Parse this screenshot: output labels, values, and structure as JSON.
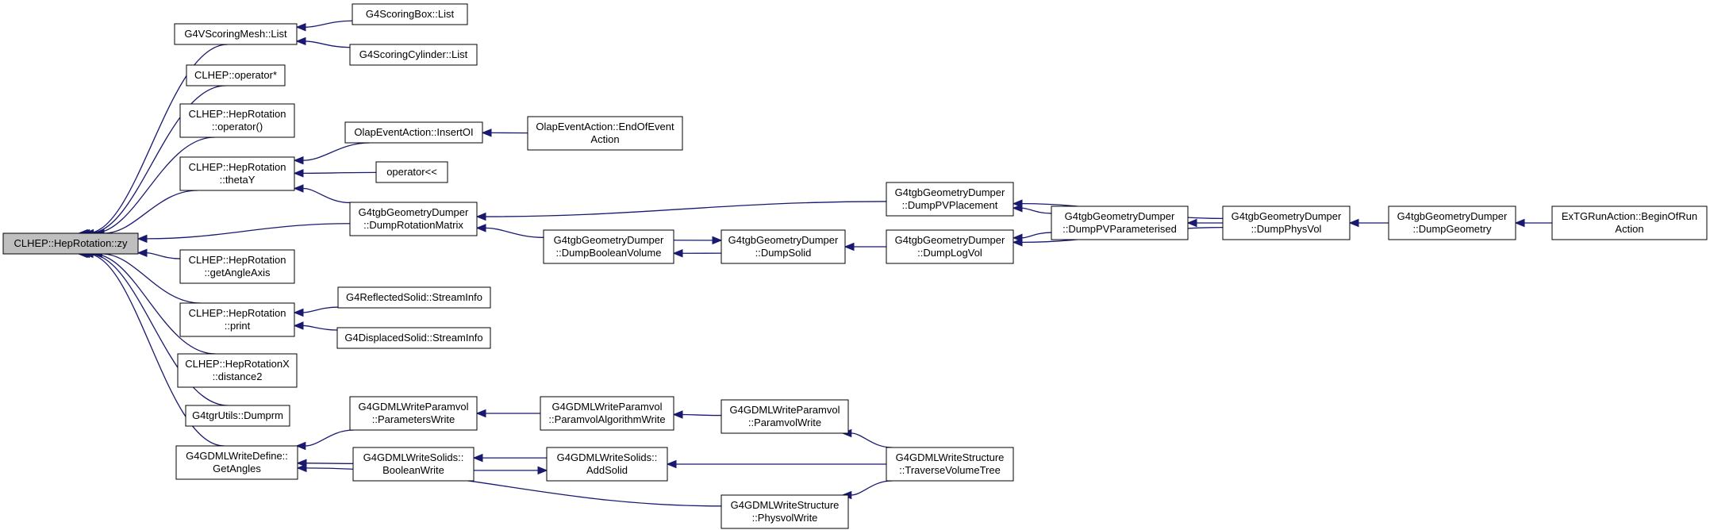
{
  "colors": {
    "edge": "#191970",
    "root_fill": "#bfbfbf",
    "node_fill": "#ffffff",
    "node_stroke": "#000000"
  },
  "nodes": [
    {
      "id": "root",
      "lines": [
        "CLHEP::HepRotation::zy"
      ],
      "root": true
    },
    {
      "id": "n_vsm_list",
      "lines": [
        "G4VScoringMesh::List"
      ]
    },
    {
      "id": "n_box_list",
      "lines": [
        "G4ScoringBox::List"
      ]
    },
    {
      "id": "n_cyl_list",
      "lines": [
        "G4ScoringCylinder::List"
      ]
    },
    {
      "id": "n_op_star",
      "lines": [
        "CLHEP::operator*"
      ]
    },
    {
      "id": "n_hr_op",
      "lines": [
        "CLHEP::HepRotation",
        "::operator()"
      ]
    },
    {
      "id": "n_thetaY",
      "lines": [
        "CLHEP::HepRotation",
        "::thetaY"
      ]
    },
    {
      "id": "n_insertoi",
      "lines": [
        "OlapEventAction::InsertOI"
      ]
    },
    {
      "id": "n_endofevent",
      "lines": [
        "OlapEventAction::EndOfEvent",
        "Action"
      ]
    },
    {
      "id": "n_oplshift",
      "lines": [
        "operator<<"
      ]
    },
    {
      "id": "n_dumprotmat",
      "lines": [
        "G4tgbGeometryDumper",
        "::DumpRotationMatrix"
      ]
    },
    {
      "id": "n_dumpboolvol",
      "lines": [
        "G4tgbGeometryDumper",
        "::DumpBooleanVolume"
      ]
    },
    {
      "id": "n_dumpsolid",
      "lines": [
        "G4tgbGeometryDumper",
        "::DumpSolid"
      ]
    },
    {
      "id": "n_dumplogvol",
      "lines": [
        "G4tgbGeometryDumper",
        "::DumpLogVol"
      ]
    },
    {
      "id": "n_dumppvplace",
      "lines": [
        "G4tgbGeometryDumper",
        "::DumpPVPlacement"
      ]
    },
    {
      "id": "n_dumppvparam",
      "lines": [
        "G4tgbGeometryDumper",
        "::DumpPVParameterised"
      ]
    },
    {
      "id": "n_dumpphysvol",
      "lines": [
        "G4tgbGeometryDumper",
        "::DumpPhysVol"
      ]
    },
    {
      "id": "n_dumpgeom",
      "lines": [
        "G4tgbGeometryDumper",
        "::DumpGeometry"
      ]
    },
    {
      "id": "n_beginofrun",
      "lines": [
        "ExTGRunAction::BeginOfRun",
        "Action"
      ]
    },
    {
      "id": "n_getangleaxis",
      "lines": [
        "CLHEP::HepRotation",
        "::getAngleAxis"
      ]
    },
    {
      "id": "n_print",
      "lines": [
        "CLHEP::HepRotation",
        "::print"
      ]
    },
    {
      "id": "n_refl_stream",
      "lines": [
        "G4ReflectedSolid::StreamInfo"
      ]
    },
    {
      "id": "n_disp_stream",
      "lines": [
        "G4DisplacedSolid::StreamInfo"
      ]
    },
    {
      "id": "n_distance2",
      "lines": [
        "CLHEP::HepRotationX",
        "::distance2"
      ]
    },
    {
      "id": "n_dumprm",
      "lines": [
        "G4tgrUtils::Dumprm"
      ]
    },
    {
      "id": "n_getangles",
      "lines": [
        "G4GDMLWriteDefine::",
        "GetAngles"
      ]
    },
    {
      "id": "n_paramwrite",
      "lines": [
        "G4GDMLWriteParamvol",
        "::ParametersWrite"
      ]
    },
    {
      "id": "n_boolwrite",
      "lines": [
        "G4GDMLWriteSolids::",
        "BooleanWrite"
      ]
    },
    {
      "id": "n_paramalgo",
      "lines": [
        "G4GDMLWriteParamvol",
        "::ParamvolAlgorithmWrite"
      ]
    },
    {
      "id": "n_addsolid",
      "lines": [
        "G4GDMLWriteSolids::",
        "AddSolid"
      ]
    },
    {
      "id": "n_paramvolwrite",
      "lines": [
        "G4GDMLWriteParamvol",
        "::ParamvolWrite"
      ]
    },
    {
      "id": "n_travvoltree",
      "lines": [
        "G4GDMLWriteStructure",
        "::TraverseVolumeTree"
      ]
    },
    {
      "id": "n_physvolwrite",
      "lines": [
        "G4GDMLWriteStructure",
        "::PhysvolWrite"
      ]
    }
  ],
  "edges": [
    {
      "from": "n_vsm_list",
      "to": "root"
    },
    {
      "from": "n_box_list",
      "to": "n_vsm_list"
    },
    {
      "from": "n_cyl_list",
      "to": "n_vsm_list"
    },
    {
      "from": "n_op_star",
      "to": "root"
    },
    {
      "from": "n_hr_op",
      "to": "root"
    },
    {
      "from": "n_thetaY",
      "to": "root"
    },
    {
      "from": "n_insertoi",
      "to": "n_thetaY"
    },
    {
      "from": "n_endofevent",
      "to": "n_insertoi"
    },
    {
      "from": "n_oplshift",
      "to": "n_thetaY"
    },
    {
      "from": "n_dumprotmat",
      "to": "n_thetaY"
    },
    {
      "from": "n_dumprotmat",
      "to": "root"
    },
    {
      "from": "n_dumppvplace",
      "to": "n_dumprotmat"
    },
    {
      "from": "n_dumpboolvol",
      "to": "n_dumprotmat"
    },
    {
      "from": "n_dumpsolid",
      "to": "n_dumpboolvol"
    },
    {
      "from": "n_dumpboolvol",
      "to": "n_dumpsolid"
    },
    {
      "from": "n_dumplogvol",
      "to": "n_dumpsolid"
    },
    {
      "from": "n_dumpphysvol",
      "to": "n_dumppvplace"
    },
    {
      "from": "n_dumppvparam",
      "to": "n_dumppvplace"
    },
    {
      "from": "n_dumppvparam",
      "to": "n_dumplogvol"
    },
    {
      "from": "n_dumpphysvol",
      "to": "n_dumppvparam"
    },
    {
      "from": "n_dumpphysvol",
      "to": "n_dumplogvol"
    },
    {
      "from": "n_dumpgeom",
      "to": "n_dumpphysvol"
    },
    {
      "from": "n_beginofrun",
      "to": "n_dumpgeom"
    },
    {
      "from": "n_getangleaxis",
      "to": "root"
    },
    {
      "from": "n_print",
      "to": "root"
    },
    {
      "from": "n_refl_stream",
      "to": "n_print"
    },
    {
      "from": "n_disp_stream",
      "to": "n_print"
    },
    {
      "from": "n_distance2",
      "to": "root"
    },
    {
      "from": "n_dumprm",
      "to": "root"
    },
    {
      "from": "n_getangles",
      "to": "root"
    },
    {
      "from": "n_paramwrite",
      "to": "n_getangles"
    },
    {
      "from": "n_boolwrite",
      "to": "n_getangles"
    },
    {
      "from": "n_physvolwrite",
      "to": "n_getangles"
    },
    {
      "from": "n_paramalgo",
      "to": "n_paramwrite"
    },
    {
      "from": "n_addsolid",
      "to": "n_boolwrite"
    },
    {
      "from": "n_boolwrite",
      "to": "n_addsolid"
    },
    {
      "from": "n_paramvolwrite",
      "to": "n_paramalgo"
    },
    {
      "from": "n_travvoltree",
      "to": "n_addsolid"
    },
    {
      "from": "n_travvoltree",
      "to": "n_paramvolwrite"
    },
    {
      "from": "n_travvoltree",
      "to": "n_physvolwrite"
    }
  ]
}
